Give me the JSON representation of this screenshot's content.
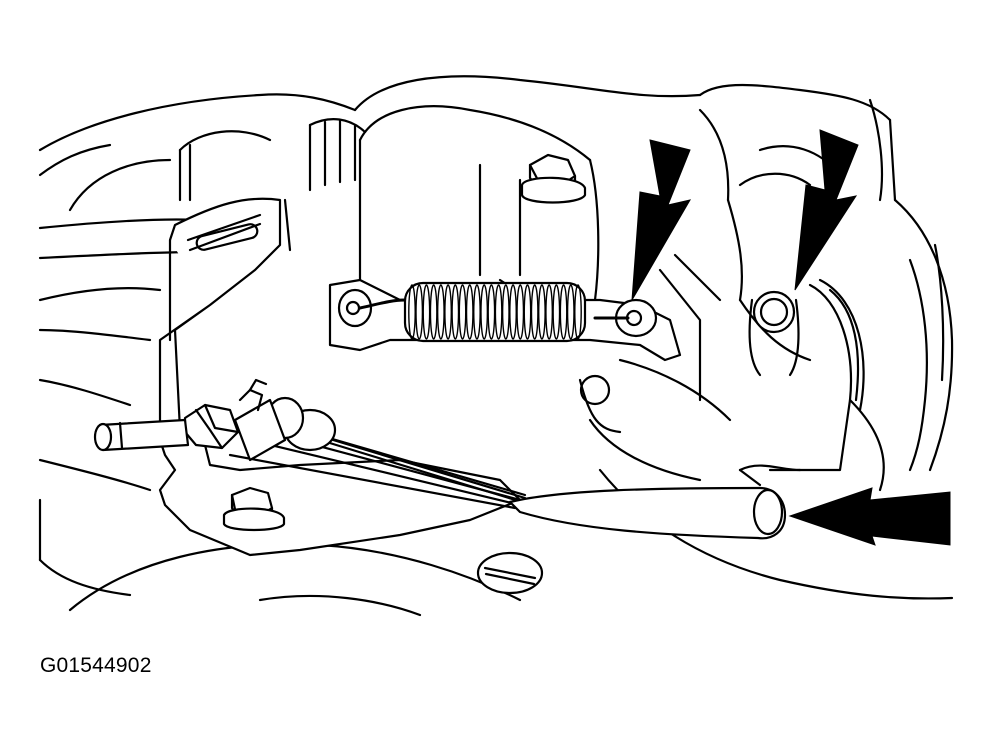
{
  "figure": {
    "id_label": "G01544902"
  },
  "colors": {
    "line": "#000000",
    "background": "#ffffff"
  },
  "callouts": [
    {
      "name": "spring-end-arrow",
      "direction": "down"
    },
    {
      "name": "pivot-pin-arrow",
      "direction": "down"
    },
    {
      "name": "lever-end-arrow",
      "direction": "left"
    }
  ]
}
